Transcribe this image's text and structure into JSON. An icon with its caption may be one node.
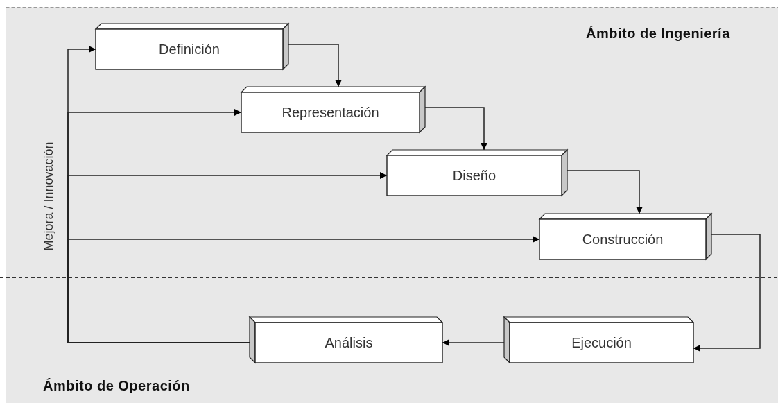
{
  "diagram": {
    "nodes": [
      {
        "text": [
          "Definición"
        ]
      },
      {
        "text": [
          "Representación"
        ]
      },
      {
        "text": [
          "Diseño"
        ]
      },
      {
        "text": [
          "Construcción"
        ]
      },
      {
        "text": [
          "Ejecución"
        ]
      },
      {
        "text": [
          "Análisis"
        ]
      }
    ],
    "edges": [
      {
        "from": 0,
        "to": 1,
        "arrow": "to"
      },
      {
        "from": 1,
        "to": 2,
        "arrow": "to"
      },
      {
        "from": 2,
        "to": 3,
        "arrow": "to"
      },
      {
        "from": 3,
        "to": 4,
        "arrow": "to"
      },
      {
        "from": 4,
        "to": 5,
        "arrow": "to"
      },
      {
        "from": 5,
        "to": 0,
        "arrow": "to"
      },
      {
        "from": 5,
        "to": 1,
        "arrow": "to"
      },
      {
        "from": 5,
        "to": 2,
        "arrow": "to"
      },
      {
        "from": 5,
        "to": 3,
        "arrow": "to"
      }
    ],
    "labels": [
      "Ámbito de Ingeniería",
      "Mejora / Innovación",
      "Ámbito de Operación"
    ]
  }
}
